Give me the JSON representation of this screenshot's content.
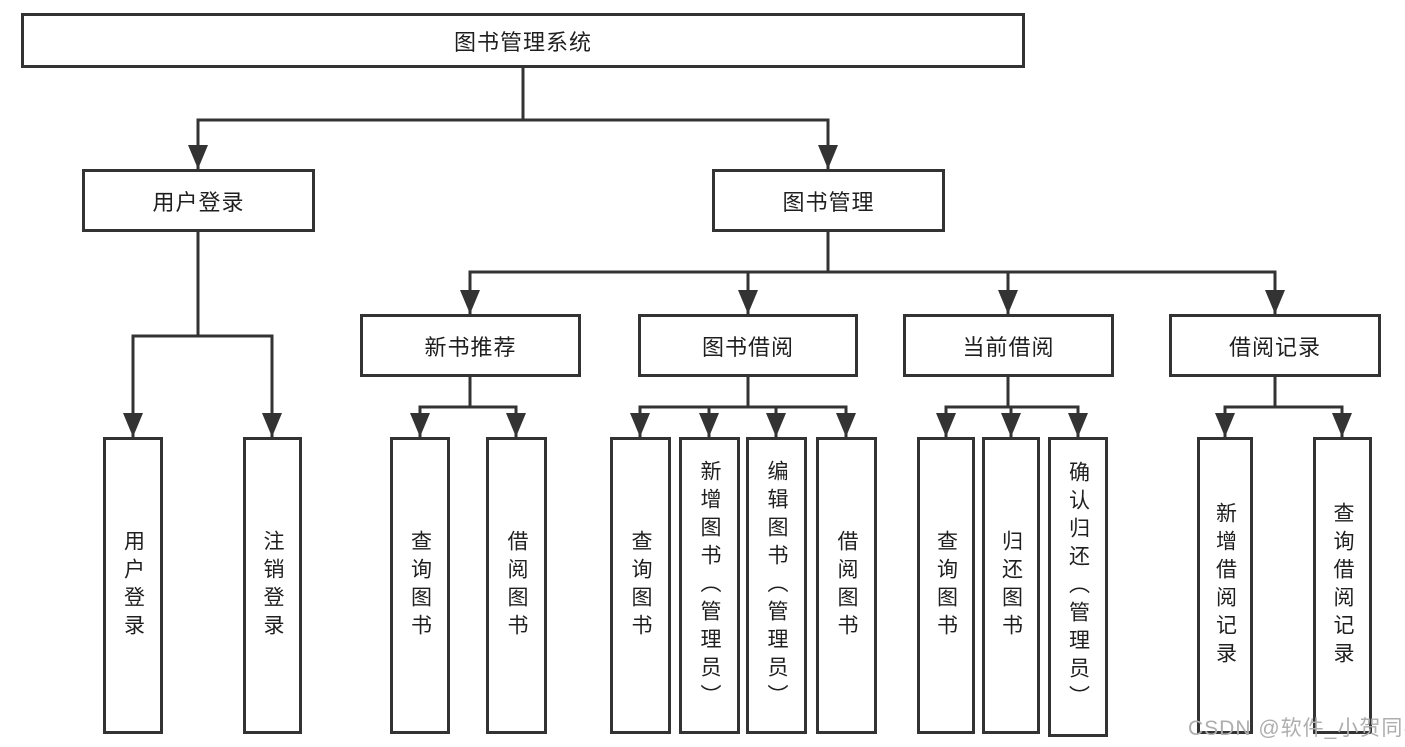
{
  "colors": {
    "line": "#333333",
    "box_border": "#333333",
    "box_fill": "#ffffff",
    "text": "#1f1f1f",
    "watermark": "#aeaeae"
  },
  "diagram": {
    "root": {
      "label": "图书管理系统"
    },
    "level2": [
      {
        "label": "用户登录"
      },
      {
        "label": "图书管理"
      }
    ],
    "level3": [
      {
        "label": "新书推荐"
      },
      {
        "label": "图书借阅"
      },
      {
        "label": "当前借阅"
      },
      {
        "label": "借阅记录"
      }
    ],
    "leaves": {
      "user_login": [
        {
          "label": "用户登录"
        },
        {
          "label": "注销登录"
        }
      ],
      "new_book_recommend": [
        {
          "label": "查询图书"
        },
        {
          "label": "借阅图书"
        }
      ],
      "book_borrowing": [
        {
          "label": "查询图书"
        },
        {
          "label": "新增图书（管理员）"
        },
        {
          "label": "编辑图书（管理员）"
        },
        {
          "label": "借阅图书"
        }
      ],
      "current_borrowing": [
        {
          "label": "查询图书"
        },
        {
          "label": "归还图书"
        },
        {
          "label": "确认归还（管理员）"
        }
      ],
      "borrowing_records": [
        {
          "label": "新增借阅记录"
        },
        {
          "label": "查询借阅记录"
        }
      ]
    }
  },
  "watermark": {
    "text": "CSDN @软件_小贺同学"
  }
}
